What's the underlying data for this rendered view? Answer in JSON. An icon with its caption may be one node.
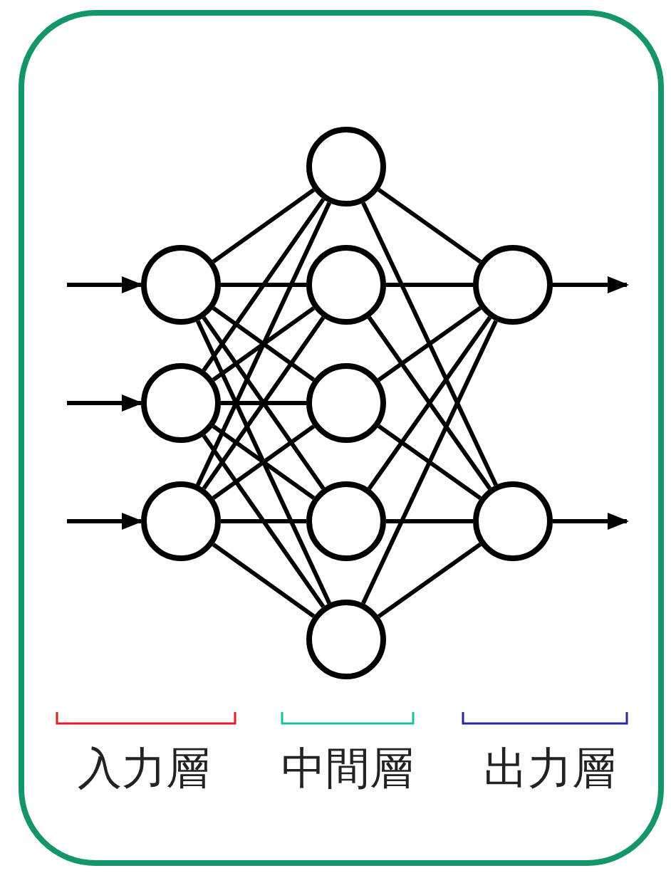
{
  "diagram": {
    "nodes": [
      {
        "text": [],
        "shape": "circle"
      },
      {
        "text": [],
        "shape": "circle"
      },
      {
        "text": [],
        "shape": "circle"
      },
      {
        "text": [],
        "shape": "circle"
      },
      {
        "text": [],
        "shape": "circle"
      },
      {
        "text": [],
        "shape": "circle"
      },
      {
        "text": [],
        "shape": "circle"
      },
      {
        "text": [],
        "shape": "circle"
      },
      {
        "text": [],
        "shape": "circle"
      },
      {
        "text": [],
        "shape": "circle"
      }
    ],
    "edges": [
      {
        "from": null,
        "to": 0,
        "arrow": "to"
      },
      {
        "from": null,
        "to": 1,
        "arrow": "to"
      },
      {
        "from": null,
        "to": 2,
        "arrow": "to"
      },
      {
        "from": 0,
        "to": 3,
        "arrow": "none"
      },
      {
        "from": 0,
        "to": 4,
        "arrow": "none"
      },
      {
        "from": 0,
        "to": 5,
        "arrow": "none"
      },
      {
        "from": 0,
        "to": 6,
        "arrow": "none"
      },
      {
        "from": 0,
        "to": 7,
        "arrow": "none"
      },
      {
        "from": 1,
        "to": 3,
        "arrow": "none"
      },
      {
        "from": 1,
        "to": 4,
        "arrow": "none"
      },
      {
        "from": 1,
        "to": 5,
        "arrow": "none"
      },
      {
        "from": 1,
        "to": 6,
        "arrow": "none"
      },
      {
        "from": 1,
        "to": 7,
        "arrow": "none"
      },
      {
        "from": 2,
        "to": 3,
        "arrow": "none"
      },
      {
        "from": 2,
        "to": 4,
        "arrow": "none"
      },
      {
        "from": 2,
        "to": 5,
        "arrow": "none"
      },
      {
        "from": 2,
        "to": 6,
        "arrow": "none"
      },
      {
        "from": 2,
        "to": 7,
        "arrow": "none"
      },
      {
        "from": 3,
        "to": 8,
        "arrow": "none"
      },
      {
        "from": 3,
        "to": 9,
        "arrow": "none"
      },
      {
        "from": 4,
        "to": 8,
        "arrow": "none"
      },
      {
        "from": 4,
        "to": 9,
        "arrow": "none"
      },
      {
        "from": 5,
        "to": 8,
        "arrow": "none"
      },
      {
        "from": 5,
        "to": 9,
        "arrow": "none"
      },
      {
        "from": 6,
        "to": 8,
        "arrow": "none"
      },
      {
        "from": 6,
        "to": 9,
        "arrow": "none"
      },
      {
        "from": 7,
        "to": 8,
        "arrow": "none"
      },
      {
        "from": 7,
        "to": 9,
        "arrow": "none"
      },
      {
        "from": 8,
        "to": null,
        "arrow": "to"
      },
      {
        "from": 9,
        "to": null,
        "arrow": "to"
      }
    ],
    "labels": [
      "入力層",
      "中間層",
      "出力層"
    ]
  }
}
